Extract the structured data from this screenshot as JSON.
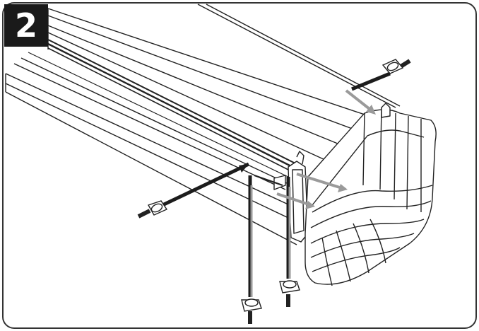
{
  "step": {
    "number": "2"
  },
  "colors": {
    "line": "#222222",
    "arrow_dark": "#1c1c1c",
    "arrow_grey": "#9a9a9a",
    "badge_bg": "#1a1a1a",
    "badge_text": "#ffffff",
    "frame_border": "#333333"
  },
  "parts": {
    "rail": "mounting-rail",
    "end_cap": "rounded-end-cap",
    "fasteners": [
      "t-bolt",
      "t-bolt",
      "t-bolt",
      "t-bolt"
    ]
  }
}
